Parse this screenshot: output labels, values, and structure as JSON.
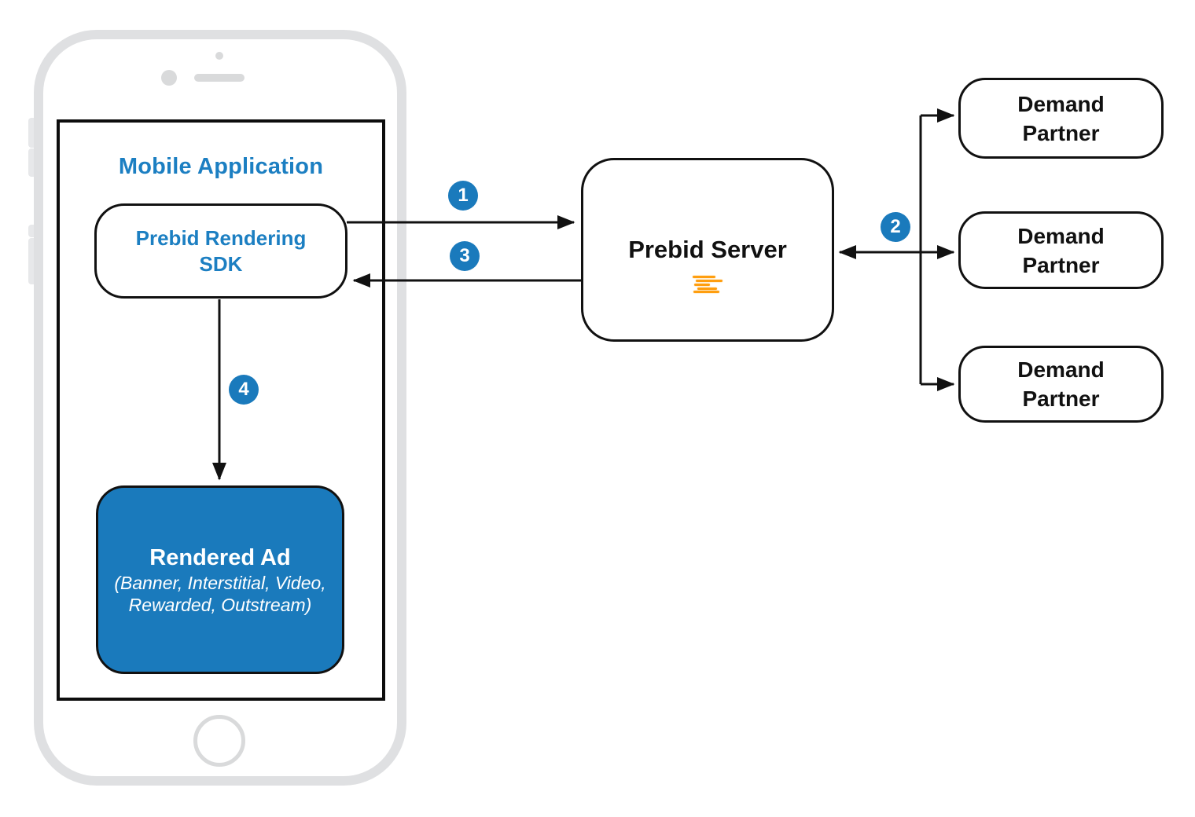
{
  "mobile_app": {
    "title": "Mobile Application"
  },
  "sdk": {
    "line1": "Prebid Rendering",
    "line2": "SDK"
  },
  "rendered_ad": {
    "title": "Rendered Ad",
    "sub1": "(Banner, Interstitial, Video,",
    "sub2": "Rewarded, Outstream)"
  },
  "server": {
    "label": "Prebid Server",
    "logo": "prebid-lines-logo"
  },
  "demand_partners": [
    {
      "line1": "Demand",
      "line2": "Partner"
    },
    {
      "line1": "Demand",
      "line2": "Partner"
    },
    {
      "line1": "Demand",
      "line2": "Partner"
    }
  ],
  "steps": [
    {
      "number": "1"
    },
    {
      "number": "2"
    },
    {
      "number": "3"
    },
    {
      "number": "4"
    }
  ],
  "colors": {
    "accent_blue": "#1a7abc",
    "text_blue": "#1c7fc2",
    "logo_orange": "#ff9e0f",
    "line_black": "#111111",
    "phone_frame_gray": "#dfe0e2",
    "phone_detail_gray": "#d9dadb"
  }
}
